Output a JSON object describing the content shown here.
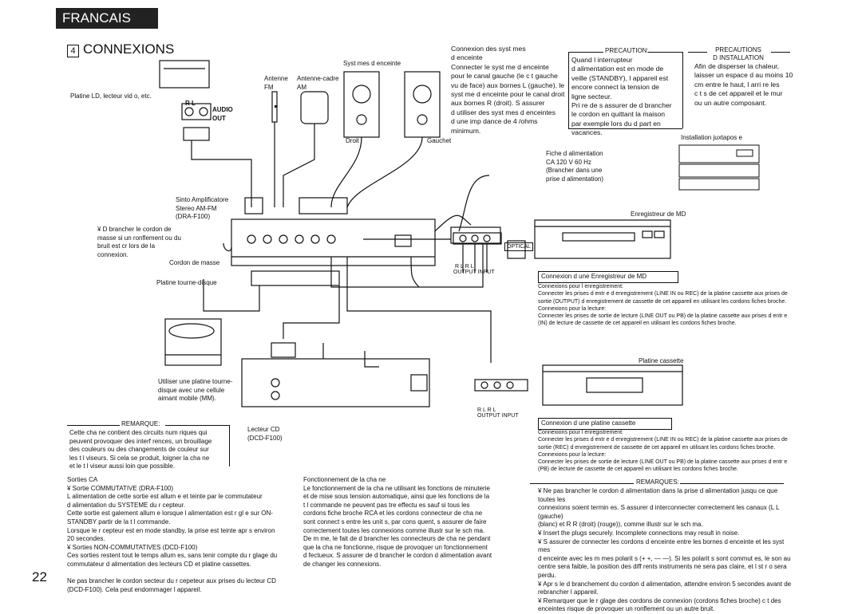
{
  "header": {
    "language_tab": "FRANCAIS",
    "section_number": "4",
    "section_title": "CONNEXIONS"
  },
  "page_number": "22",
  "diagram": {
    "speaker_connection_text": "Connexion des syst mes\nd enceinte\nConnecter le syst me d enceinte\npour le canal gauche (le c t  gauche\nvu de face) aux bornes  L (gauche), le\nsyst me d enceinte pour le canal droit\naux bornes  R  (droit).  S assurer\nd utiliser des syst mes d enceintes\nd une imp dance de 4    /ohms\nminimum.",
    "speaker_system_label": "Syst mes d enceinte",
    "antenna_fm_label": "Antenne\nFM",
    "antenna_am_label": "Antenne-cadre\nAM",
    "speaker_right_label": "Droit",
    "speaker_left_label": "Gauchet",
    "ld_player_label": "Platine LD, lecteur vid o, etc.",
    "audio_out_label": "AUDIO\nOUT",
    "rl_label": "R   L",
    "amplifier_label": "Sinto Amplificatore\nStereo AM-FM\n(DRA-F100)",
    "ground_note": "¥  D brancher le cordon de\n    masse si un ronflement ou du\n    bruit est cr   lors de la\n    connexion.",
    "ground_cord_label": "Cordon de masse",
    "turntable_label": "Platine tourne-disque",
    "mm_note": "Utiliser une platine tourne-\ndisque avec une cellule\naimant mobile (MM).",
    "cd_player_label": "Lecteur CD\n(DCD-F100)",
    "power_label": "Fiche d alimentation\nCA 120 V 60 Hz\n(Brancher dans une\nprise d alimentation)",
    "md_recorder_label": "Enregistreur de MD",
    "cassette_label": "Platine cassette",
    "optical_label": "OPTICAL",
    "output_input_label": "OUTPUT      INPUT",
    "rl_pairs_label": "R    L         R    L",
    "stacked_label": "Installation juxtapos e"
  },
  "precaution": {
    "title": "PRECAUTION:",
    "text": "Quand l interrupteur\nd alimentation est en mode de\nveille (STANDBY), l appareil est\nencore connect    la tension de\nligne secteur.\nPri re de s assurer de d brancher\nle cordon en quittant la maison\npar exemple lors du d part en\nvacances."
  },
  "installation": {
    "title": "PRECAUTIONS\nD INSTALLATION",
    "text": "Afin de disperser la chaleur,\nlaisser un espace d au moins 10\ncm entre le haut, l arri re les\nc t s de cet appareil et le mur\nou un autre composant."
  },
  "remarque": {
    "title": "REMARQUE:",
    "text": "Cette cha ne contient des circuits num riques qui\npeuvent provoquer des interf rences, un brouillage\ndes couleurs ou des changements de couleur sur\nles t l viseurs. Si cela se produit,  loigner la cha ne\net le t l viseur aussi loin que possible."
  },
  "md_section": {
    "title": "Connexion d une Enregistreur de MD",
    "text": "Connexions pour l enregistrement:\n     Connecter les prises d entr e d enregistrement (LINE IN ou REC) de la platine cassette aux prises de\n     sortie (OUTPUT) d enregistrement de cassette de cet appareil en utilisant les cordons   fiches   broche.\nConnexions pour la lecture:\n     Connecter les prises de sortie de lecture (LINE OUT ou PB) de la platine cassette aux prises d entr e\n     (IN) de lecture de cassette de cet appareil en utilisant les cordons   fiches   broche."
  },
  "cassette_section": {
    "title": "Connexion d une platine cassette",
    "text": "Connexions pour l enregistrement:\n     Connecter les prises d entr e d enregistrement (LINE IN ou REC) de la platine cassette aux prises de\n     sortie (REC) d enregistrement de cassette de cet appareil en utilisant les cordons   fiches   broche.\nConnexions pour la lecture:\n     Connecter les prises de sortie de lecture (LINE OUT ou PB) de la platine cassette aux prises d entr e\n     (PB) de lecture de cassette de cet appareil en utilisant les cordons   fiches   broche."
  },
  "outputs": {
    "text": "Sorties CA\n¥  Sortie COMMUTATIVE (DRA-F100)\n    L alimentation  de  cette  sortie  est  allum e  et   teinte  par  le  commutateur\n    d alimentation du SYSTEME du r cepteur.\n    Cette sortie est   galement allum e lorsque l alimentation est r gl e sur ON-\n    STANDBY   partir de la t l commande.\n    Lorsque le r cepteur est en mode standby, la prise est  teinte apr s environ\n    20 secondes.\n¥  Sorties NON-COMMUTATIVES (DCD-F100)\n    Ces sorties restent tout le temps allum es, sans tenir compte du r glage du\n    commutateur d alimentation des lecteurs CD et platine cassettes.\n\n    Ne pas brancher le cordon secteur du r cepeteur aux prises du lecteur CD\n    (DCD-F100).  Cela peut endommager l appareil."
  },
  "operation": {
    "text": "Fonctionnement de la cha ne\n    Le fonctionnement de la cha ne utilisant les fonctions de minuterie\n    et de mise sous tension automatique, ainsi que les fonctions de la\n    t l commande ne peuvent pas  tre effectu es sauf si tous les\n    cordons   fiche   broche RCA et les cordons   connecteur de cha ne\n    sont connect s entre les unit s, par cons quent, s assurer de faire\n    correctement toutes les connexions comme illustr  sur le sch ma.\n    De m me, le fait de d brancher les connecteurs de cha ne pendant\n    que la cha ne fonctionne, risque de provoquer un fonctionnement\n    d fectueux.  S assurer de d brancher le cordon d alimentation avant\n    de changer les connexions."
  },
  "remarques": {
    "title": "REMARQUES:",
    "items": [
      "¥  Ne pas brancher le cordon d alimentation dans la prise d alimentation jusqu   ce que toutes les\n    connexions soient termin es. S assurer d interconnecter correctement les canaux (L   L (gauche)\n    (blanc) et R   R (droit) (rouge)), comme illustr  sur le sch ma.",
      "¥  Insert the plugs securely. Incomplete connections may result in noise.",
      "¥  S assurer de connecter les cordons d enceinte entre les bornes d enceinte et les syst mes\n    d enceinte avec les m mes polarit s (+   +,  —   —). Si les polarit s sont commut es, le son au\n    centre sera faible, la position des diff rents instruments ne sera pas claire, et l st r o sera\n    perdu.",
      "¥  Apr s le d branchement du cordon d alimentation, attendre environ 5 secondes avant de\n    rebrancher l appareil.",
      "¥  Remarquer que le r glage des cordons de connexion (cordons   fiches   broche)  c t  des\n    enceintes risque de provoquer un ronflement ou un autre bruit."
    ]
  }
}
